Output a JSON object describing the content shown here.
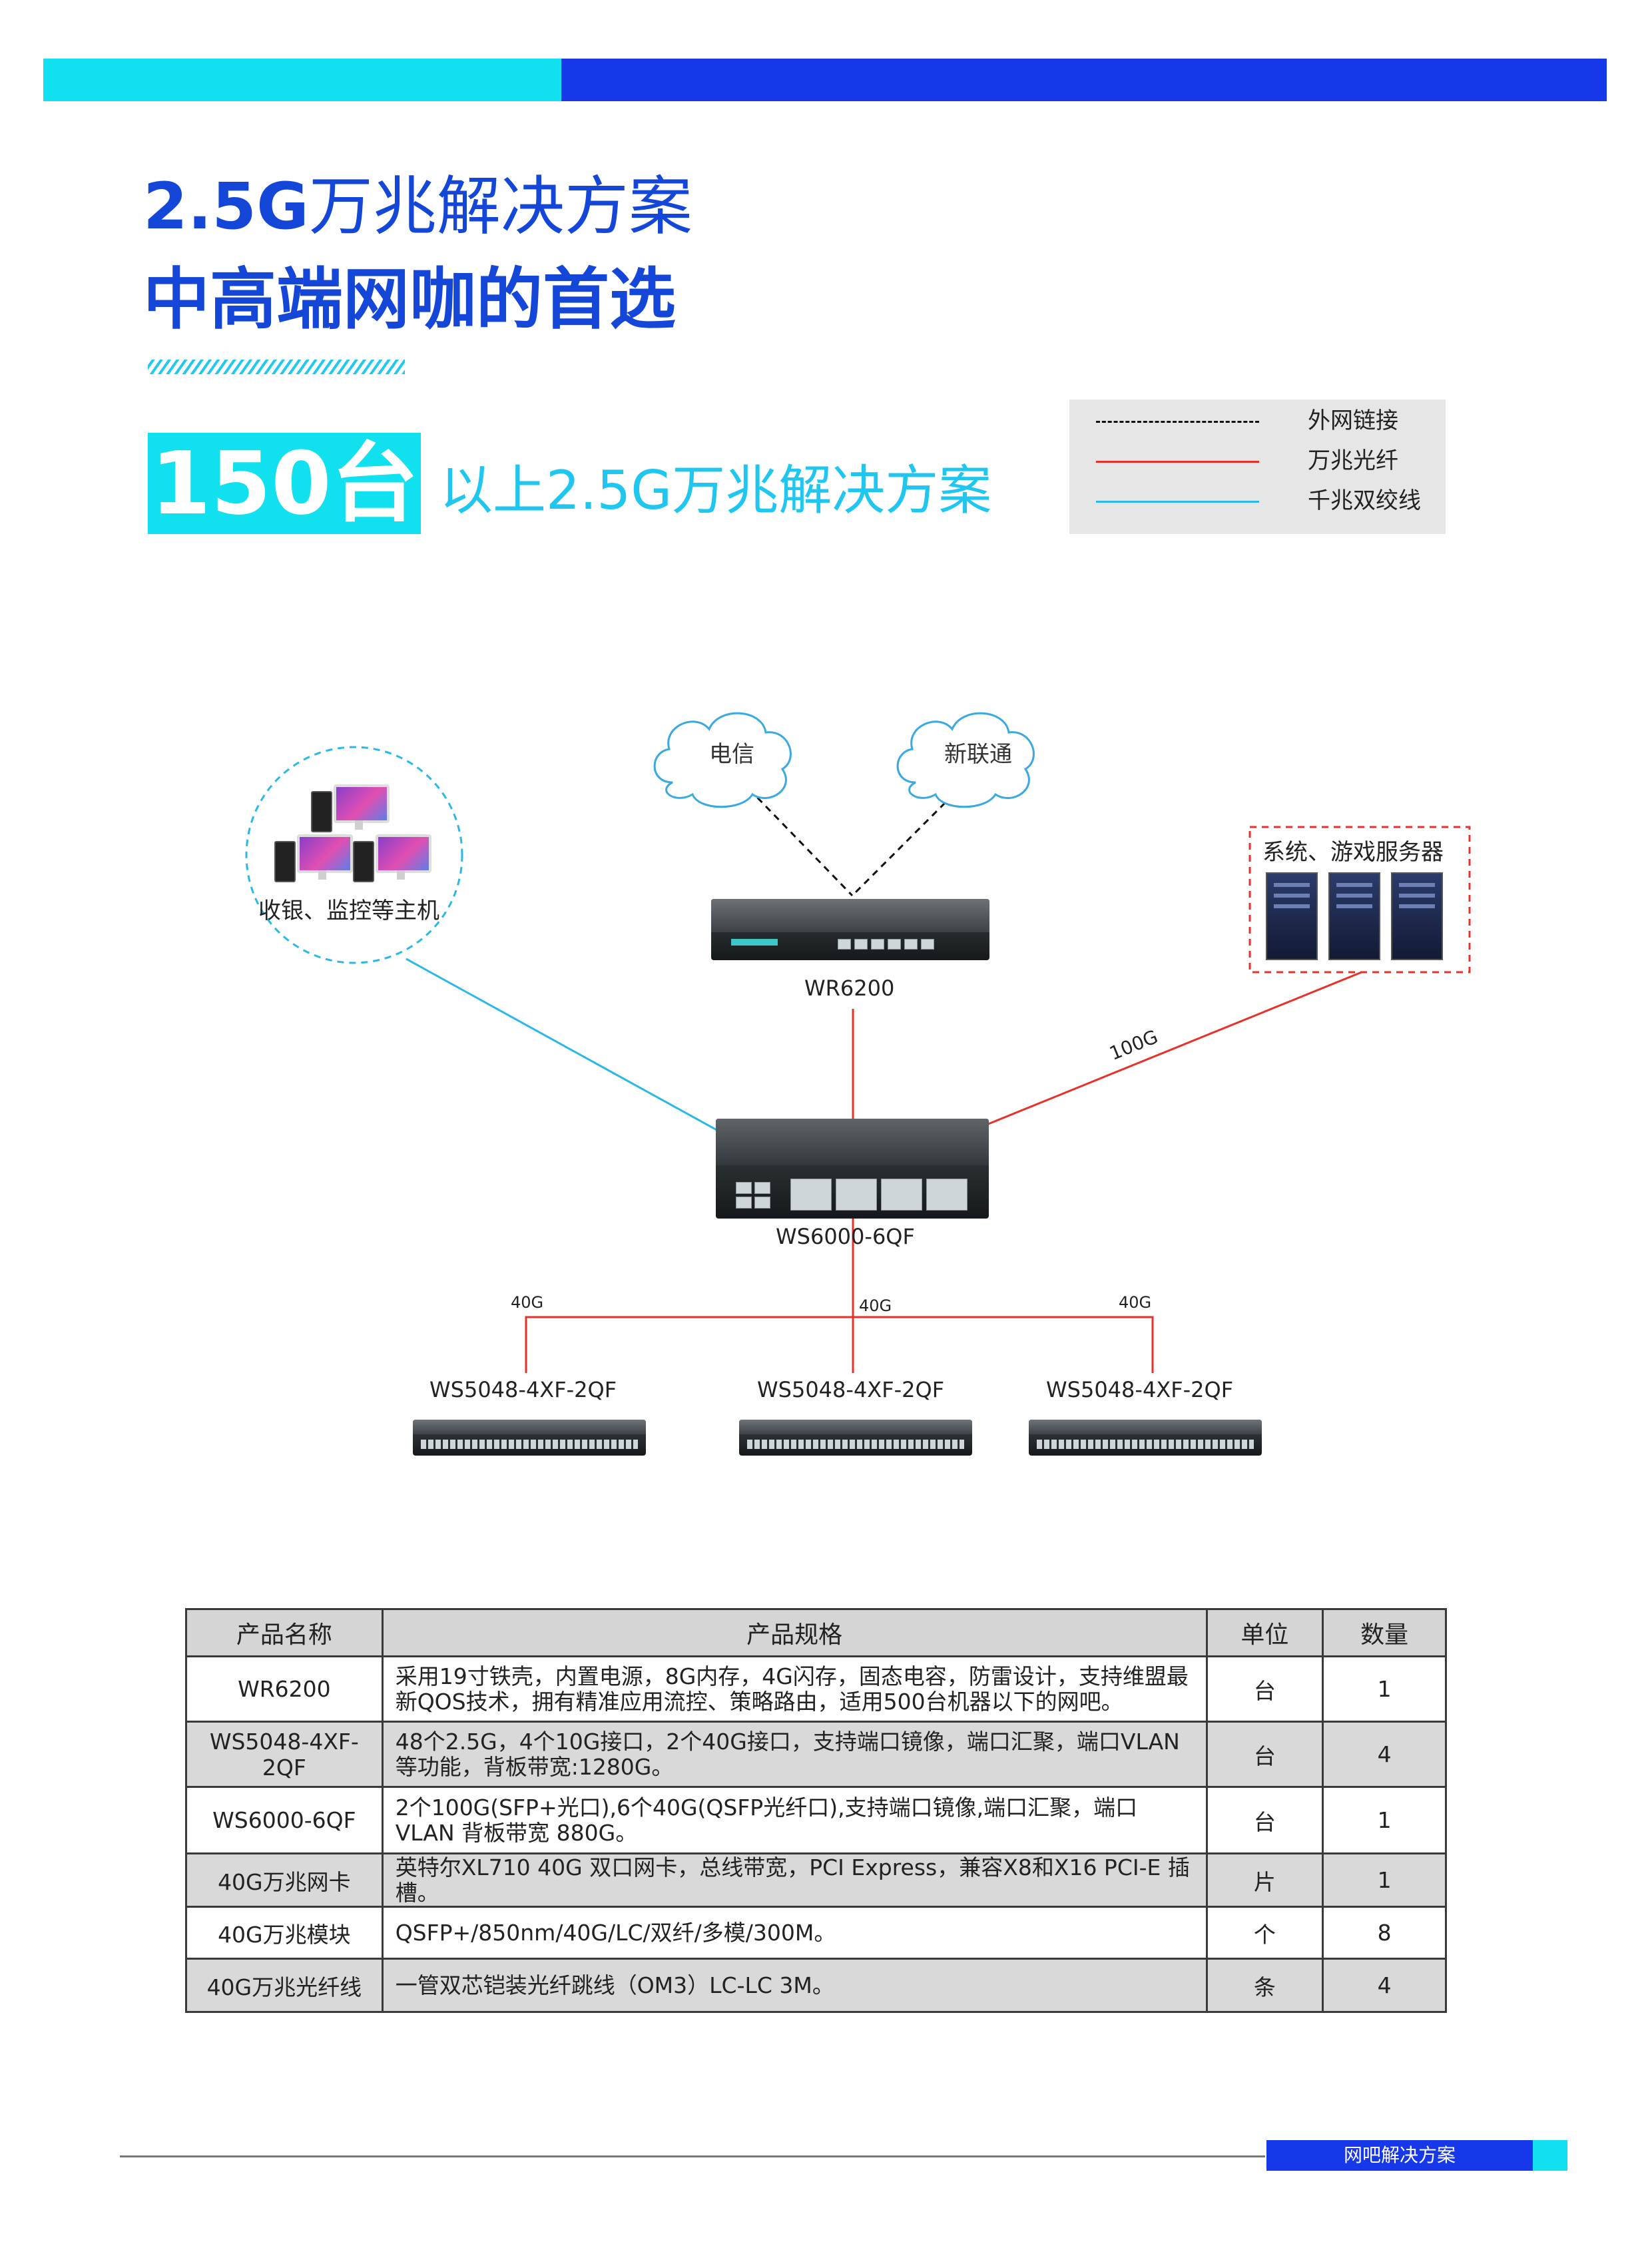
{
  "header": {
    "title_line1_bold": "2.5G",
    "title_line1_rest": "万兆解决方案",
    "title_line2": "中高端网咖的首选",
    "badge": "150台",
    "subtitle": "以上2.5G万兆解决方案"
  },
  "legend": [
    {
      "label": "外网链接",
      "style": "dashed",
      "color": "#111111"
    },
    {
      "label": "万兆光纤",
      "style": "solid",
      "color": "#e8312a"
    },
    {
      "label": "千兆双绞线",
      "style": "solid",
      "color": "#2bb8e6"
    }
  ],
  "diagram": {
    "cloud_left": "电信",
    "cloud_right": "新联通",
    "client_group": "收银、监控等主机",
    "server_group": "系统、游戏服务器",
    "router": "WR6200",
    "core_switch": "WS6000-6QF",
    "link_100g": "100G",
    "link_40g_left": "40G",
    "link_40g_mid": "40G",
    "link_40g_right": "40G",
    "access_1": "WS5048-4XF-2QF",
    "access_2": "WS5048-4XF-2QF",
    "access_3": "WS5048-4XF-2QF",
    "colors": {
      "fiber": "#e8312a",
      "copper": "#2bb8e6",
      "wan": "#111111"
    }
  },
  "table": {
    "headers": [
      "产品名称",
      "产品规格",
      "单位",
      "数量"
    ],
    "rows": [
      {
        "name": "WR6200",
        "spec": "采用19寸铁壳，内置电源，8G内存，4G闪存，固态电容，防雷设计，支持维盟最新QOS技术，拥有精准应用流控、策略路由，适用500台机器以下的网吧。",
        "unit": "台",
        "qty": "1"
      },
      {
        "name": "WS5048-4XF-2QF",
        "spec": "48个2.5G，4个10G接口，2个40G接口，支持端口镜像，端口汇聚，端口VLAN等功能，背板带宽:1280G。",
        "unit": "台",
        "qty": "4"
      },
      {
        "name": "WS6000-6QF",
        "spec": "2个100G(SFP+光口),6个40G(QSFP光纤口),支持端口镜像,端口汇聚，端口VLAN 背板带宽 880G。",
        "unit": "台",
        "qty": "1"
      },
      {
        "name": "40G万兆网卡",
        "spec": "英特尔XL710 40G 双口网卡，总线带宽，PCI Express，兼容X8和X16 PCI-E 插槽。",
        "unit": "片",
        "qty": "1"
      },
      {
        "name": "40G万兆模块",
        "spec": "QSFP+/850nm/40G/LC/双纤/多模/300M。",
        "unit": "个",
        "qty": "8"
      },
      {
        "name": "40G万兆光纤线",
        "spec": "一管双芯铠装光纤跳线（OM3）LC-LC 3M。",
        "unit": "条",
        "qty": "4"
      }
    ]
  },
  "footer": {
    "label": "网吧解决方案"
  }
}
